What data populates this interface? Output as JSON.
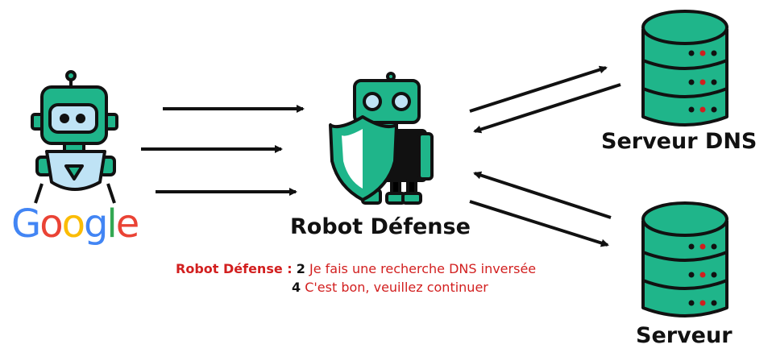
{
  "nodes": {
    "google": {
      "brand": "Google",
      "brand_colors": [
        "#4285F4",
        "#EA4335",
        "#FBBC05",
        "#4285F4",
        "#34A853",
        "#EA4335"
      ]
    },
    "robot_defense": {
      "label": "Robot Défense"
    },
    "dns_server": {
      "label": "Serveur DNS"
    },
    "server": {
      "label": "Serveur"
    }
  },
  "caption": {
    "lead": "Robot Défense :",
    "step1_num": "2",
    "step1_text": "Je fais une recherche DNS inversée",
    "step2_num": "4",
    "step2_text": "C'est bon, veuillez continuer"
  },
  "colors": {
    "accent": "#1fb58a",
    "outline": "#111111",
    "highlight": "#d21f1f",
    "robot_body": "#bfe3f5"
  }
}
